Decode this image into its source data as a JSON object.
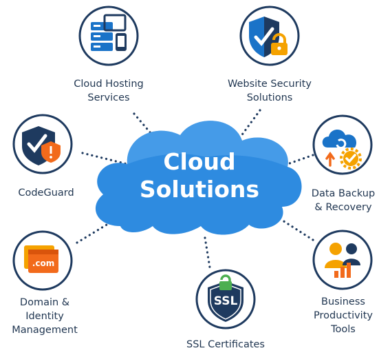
{
  "center": {
    "line1": "Cloud",
    "line2": "Solutions"
  },
  "colors": {
    "blue": "#1a73c8",
    "navy": "#1e3a5f",
    "orange": "#f5a200",
    "green": "#4caf50",
    "cloud": "#2e8be0"
  },
  "nodes": [
    {
      "icon": "server-devices-icon",
      "lines": [
        "Cloud Hosting",
        "Services"
      ]
    },
    {
      "icon": "shield-lock-icon",
      "lines": [
        "Website Security",
        "Solutions"
      ]
    },
    {
      "icon": "shield-warning-icon",
      "lines": [
        "CodeGuard"
      ]
    },
    {
      "icon": "cloud-backup-icon",
      "lines": [
        "Data Backup",
        "& Recovery"
      ]
    },
    {
      "icon": "dotcom-domain-icon",
      "lines": [
        "Domain &",
        "Identity",
        "Management"
      ]
    },
    {
      "icon": "ssl-shield-icon",
      "lines": [
        "SSL Certificates"
      ]
    },
    {
      "icon": "people-chart-icon",
      "lines": [
        "Business",
        "Productivity",
        "Tools"
      ]
    }
  ],
  "ssl_text": "SSL",
  "com_text": ".com"
}
